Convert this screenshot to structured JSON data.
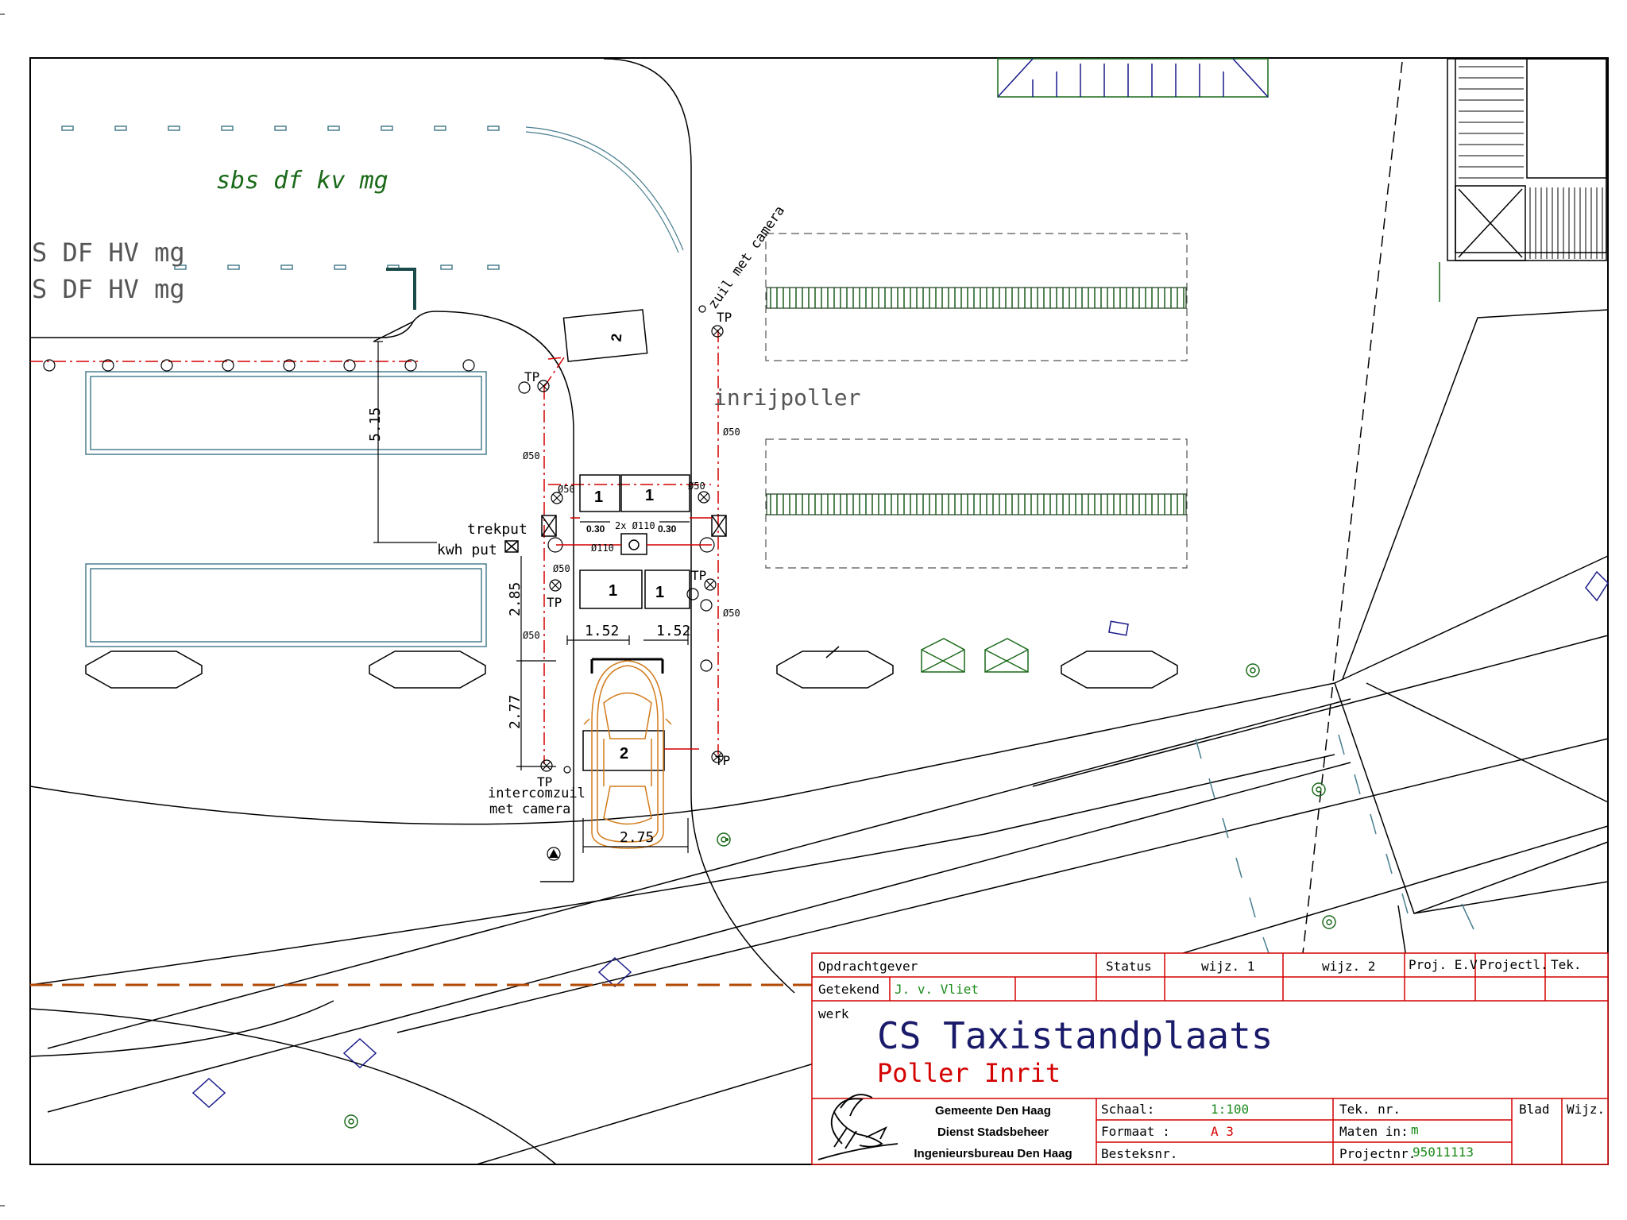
{
  "colors": {
    "line": "#000000",
    "red": "#d40000",
    "green": "#1a6a1a",
    "blue": "#1a1a8a",
    "cyan": "#4a7f8f",
    "orange": "#d27a1a",
    "gray": "#555555",
    "dark_orange": "#b24a00"
  },
  "labels": {
    "road_code_1": "sbs df kv mg",
    "road_code_2": "S DF HV mg",
    "road_code_3": "S DF HV mg",
    "camera_column_top": "zuil met camera",
    "tp": "TP",
    "bollard": "inrijpoller",
    "pull_pit": "trekput",
    "kwh_pit": "kwh put",
    "intercom_1": "intercomzuil",
    "intercom_2": "met camera",
    "pipe_50": "Ø50",
    "pipe_110": "Ø110",
    "pipe_2x110": "2x Ø110",
    "box_1": "1",
    "box_2": "2"
  },
  "dimensions": {
    "d_515": "5.15",
    "d_285": "2.85",
    "d_277": "2.77",
    "d_152a": "1.52",
    "d_152b": "1.52",
    "d_275": "2.75",
    "d_030a": "0.30",
    "d_030b": "0.30"
  },
  "title_block": {
    "client_label": "Opdrachtgever",
    "drawn_label": "Getekend",
    "drawn_by": "J. v. Vliet",
    "status_label": "Status",
    "rev1_label": "wijz. 1",
    "rev2_label": "wijz. 2",
    "proj_ev_label": "Proj. E.V.",
    "projectl_label": "Projectl.",
    "tek_label": "Tek.",
    "work_label": "werk",
    "title": "CS Taxistandplaats",
    "subtitle": "Poller Inrit",
    "org_1": "Gemeente Den Haag",
    "org_2": "Dienst Stadsbeheer",
    "org_3": "Ingenieursbureau Den Haag",
    "scale_label": "Schaal:",
    "scale_value": "1:100",
    "format_label": "Formaat :",
    "format_value": "A 3",
    "spec_label": "Besteksnr.",
    "drawing_no_label": "Tek. nr.",
    "units_label": "Maten in:",
    "units_value": "m",
    "project_no_label": "Projectnr.",
    "project_no_value": "95011113",
    "sheet_label": "Blad",
    "rev_label": "Wijz."
  }
}
